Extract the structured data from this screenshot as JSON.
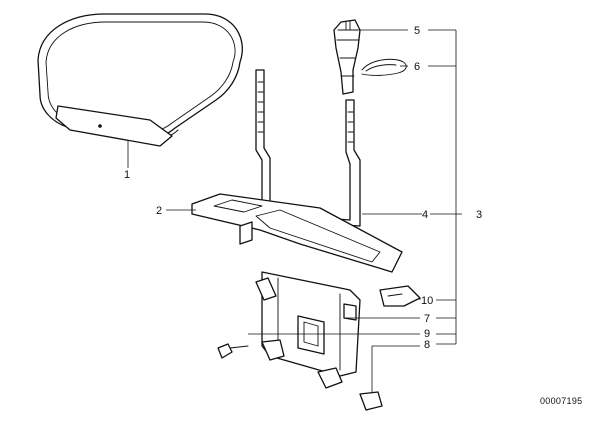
{
  "diagram": {
    "callouts": [
      {
        "id": "c1",
        "label": "1"
      },
      {
        "id": "c2",
        "label": "2"
      },
      {
        "id": "c3",
        "label": "3"
      },
      {
        "id": "c4",
        "label": "4"
      },
      {
        "id": "c5",
        "label": "5"
      },
      {
        "id": "c6",
        "label": "6"
      },
      {
        "id": "c7",
        "label": "7"
      },
      {
        "id": "c8",
        "label": "8"
      },
      {
        "id": "c9",
        "label": "9"
      },
      {
        "id": "c10",
        "label": "10"
      }
    ],
    "reference_number": "00007195"
  }
}
